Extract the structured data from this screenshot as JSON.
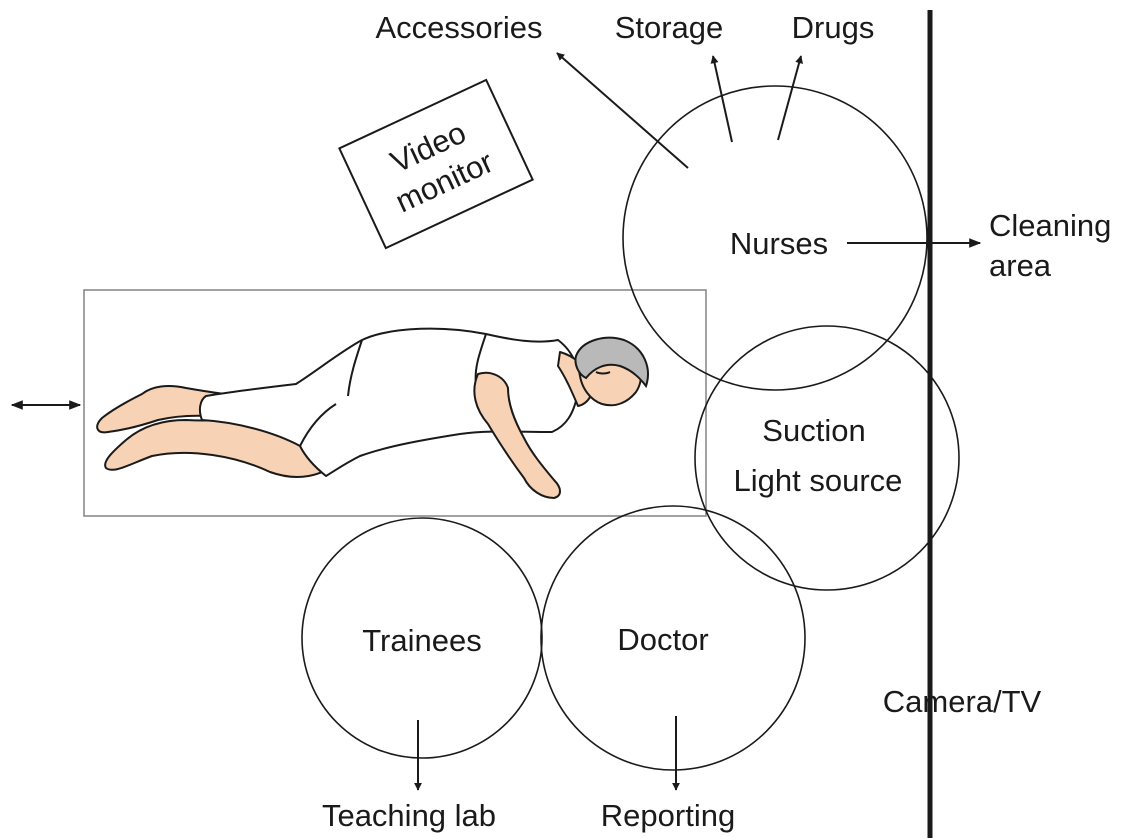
{
  "labels": {
    "accessories": "Accessories",
    "storage": "Storage",
    "drugs": "Drugs",
    "video_line1": "Video",
    "video_line2": "monitor",
    "nurses": "Nurses",
    "cleaning_line1": "Cleaning",
    "cleaning_line2": "area",
    "suction": "Suction",
    "light_source": "Light source",
    "trainees": "Trainees",
    "doctor": "Doctor",
    "camera_tv": "Camera/TV",
    "teaching_lab": "Teaching lab",
    "reporting": "Reporting"
  },
  "colors": {
    "ink": "#1a1a1a",
    "skin": "#f7d2b4",
    "hair": "#b9b9b9",
    "table_border": "#8a8a8a"
  }
}
